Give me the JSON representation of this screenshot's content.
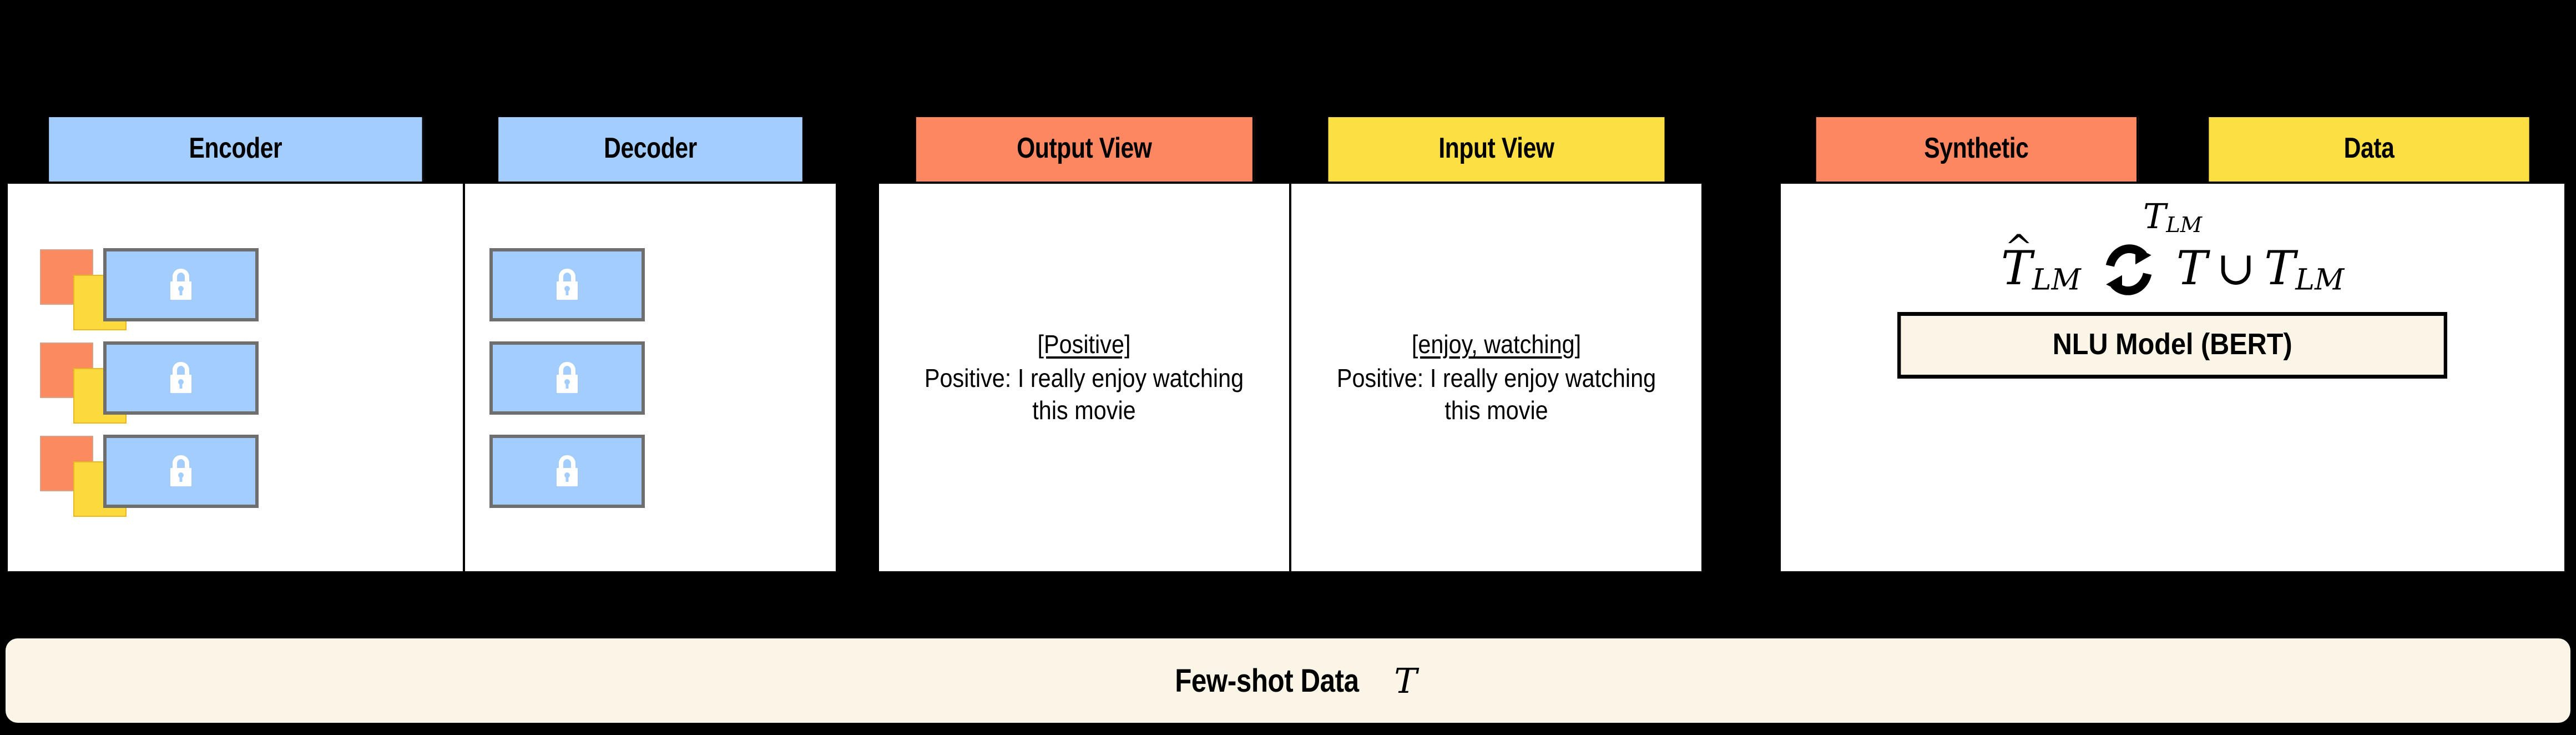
{
  "figure": {
    "background": "#000000",
    "colors": {
      "blue": "#A2CDFD",
      "orange": "#FD8761",
      "yellow": "#FCE043",
      "cream": "#FBF5E8",
      "card_orange": "#FB8A5E",
      "card_yellow": "#FCD93C",
      "box_border_gray": "#6E6E6E",
      "outline_black": "#000000"
    }
  },
  "panels": [
    {
      "id": "model-panel",
      "headers": [
        {
          "label": "Encoder",
          "color": "blue"
        },
        {
          "label": "Decoder",
          "color": "blue"
        }
      ],
      "encoder": {
        "rows": [
          {
            "icon": "lock-icon",
            "has_orange_card": true,
            "has_yellow_card": true
          },
          {
            "icon": "lock-icon",
            "has_orange_card": true,
            "has_yellow_card": true
          },
          {
            "icon": "lock-icon",
            "has_orange_card": true,
            "has_yellow_card": true
          }
        ]
      },
      "decoder": {
        "rows": [
          {
            "icon": "lock-icon"
          },
          {
            "icon": "lock-icon"
          },
          {
            "icon": "lock-icon"
          }
        ]
      }
    },
    {
      "id": "views-panel",
      "headers": [
        {
          "label": "Output View",
          "color": "orange"
        },
        {
          "label": "Input View",
          "color": "yellow"
        }
      ],
      "cells": [
        {
          "id": "output-view",
          "bracket": "[Positive]",
          "sentence": "Positive: I really enjoy watching this movie"
        },
        {
          "id": "input-view",
          "bracket": "[enjoy, watching]",
          "sentence": "Positive: I really enjoy watching this movie"
        }
      ]
    },
    {
      "id": "synthetic-panel",
      "headers": [
        {
          "label": "Synthetic",
          "color": "orange"
        },
        {
          "label": "Data",
          "color": "yellow"
        }
      ],
      "math": {
        "top_symbol": "T",
        "top_subscript": "LM",
        "left_symbol": "T",
        "left_subscript": "LM",
        "left_has_hat": true,
        "cycle_icon": "circular-arrows-icon",
        "right_expression_1": "T",
        "union_symbol": "∪",
        "right_expression_2": "T",
        "right_subscript_2": "LM"
      },
      "model_box": {
        "label": "NLU Model (BERT)"
      }
    }
  ],
  "bottom_bar": {
    "label": "Few-shot Data",
    "symbol": "T"
  }
}
